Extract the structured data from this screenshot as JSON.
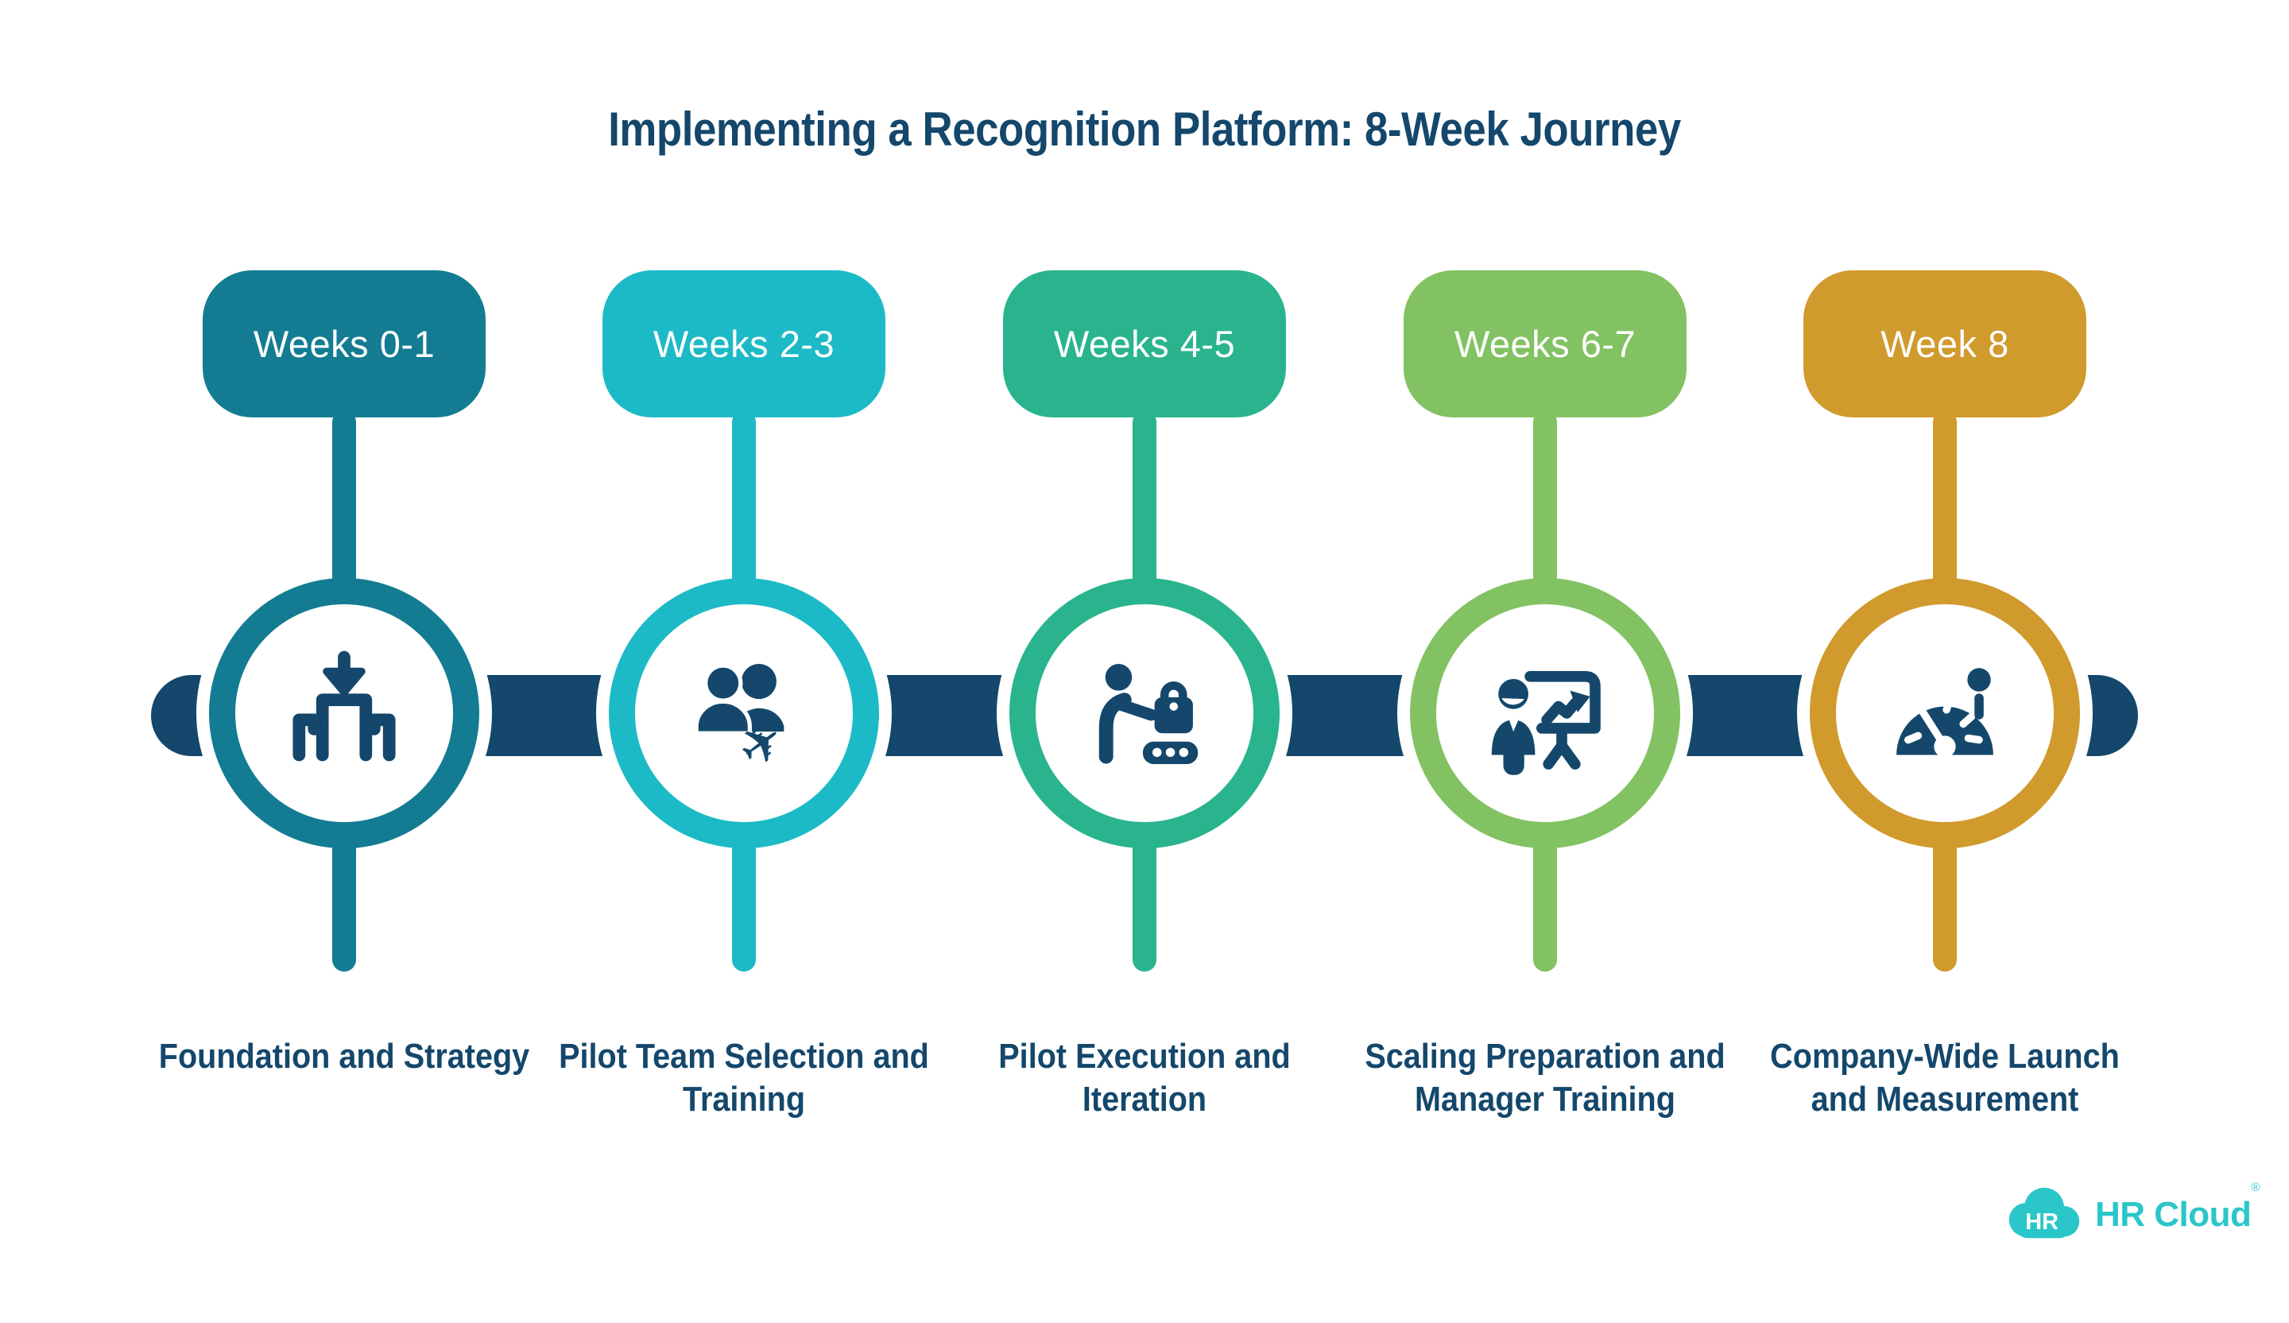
{
  "title": "Implementing a Recognition Platform: 8-Week Journey",
  "colors": {
    "navy": "#14476B",
    "background": "#FFFFFF",
    "logo_teal": "#2BC6C9"
  },
  "timeline": {
    "bar_color": "#14476B",
    "orientation": "horizontal",
    "milestone_count": 5
  },
  "milestones": [
    {
      "week_label": "Weeks 0-1",
      "caption": "Foundation and Strategy",
      "color": "#137C92",
      "icon": "org-structure-arrow-icon"
    },
    {
      "week_label": "Weeks 2-3",
      "caption": "Pilot Team Selection and\nTraining",
      "color": "#1CBAC6",
      "icon": "pilot-team-plane-icon"
    },
    {
      "week_label": "Weeks 4-5",
      "caption": "Pilot Execution and\nIteration",
      "color": "#29B48D",
      "icon": "luggage-conveyor-icon"
    },
    {
      "week_label": "Weeks 6-7",
      "caption": "Scaling Preparation and\nManager Training",
      "color": "#82C263",
      "icon": "presentation-growth-icon"
    },
    {
      "week_label": "Week 8",
      "caption": "Company-Wide Launch\nand Measurement",
      "color": "#D09A2D",
      "icon": "gauge-measurement-icon"
    }
  ],
  "footer": {
    "logo_monogram": "HR",
    "logo_text": "HR Cloud",
    "registered_mark": "®"
  }
}
